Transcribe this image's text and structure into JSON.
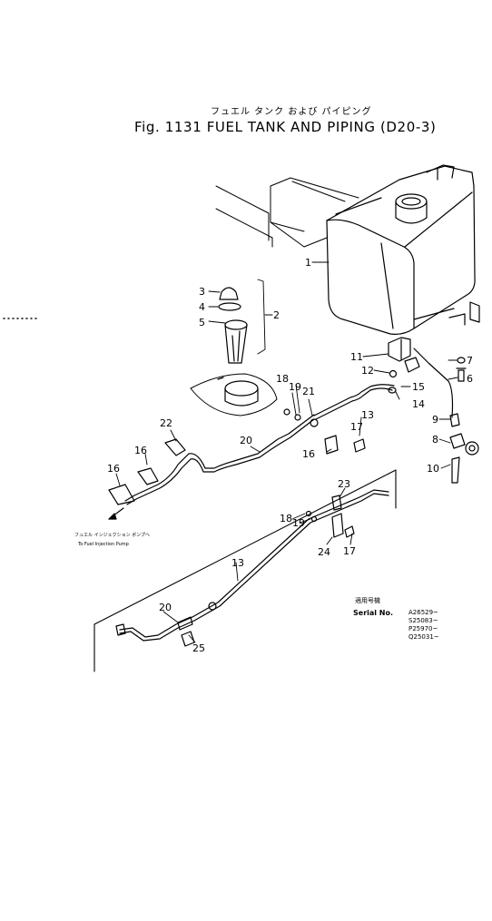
{
  "header": {
    "title_jp": "フュエル タンク および パイピング",
    "title": "Fig. 1131  FUEL TANK AND PIPING (D20-3)"
  },
  "parts": {
    "p1": "1",
    "p2": "2",
    "p3": "3",
    "p4": "4",
    "p5": "5",
    "p6": "6",
    "p7": "7",
    "p8": "8",
    "p9": "9",
    "p10": "10",
    "p11": "11",
    "p12": "12",
    "p13a": "13",
    "p13b": "13",
    "p14": "14",
    "p15": "15",
    "p16a": "16",
    "p16b": "16",
    "p16c": "16",
    "p17a": "17",
    "p17b": "17",
    "p18a": "18",
    "p18b": "18",
    "p19a": "19",
    "p19b": "19",
    "p20a": "20",
    "p20b": "20",
    "p21": "21",
    "p22": "22",
    "p23": "23",
    "p24": "24",
    "p25": "25"
  },
  "note": {
    "jp": "フュエル インジェクション ポンプへ",
    "en": "To Fuel Injection Pump"
  },
  "serial": {
    "label_jp": "適用号機",
    "label": "Serial No.",
    "values": [
      "A26529~",
      "S25083~",
      "P25970~",
      "Q25031~"
    ]
  }
}
